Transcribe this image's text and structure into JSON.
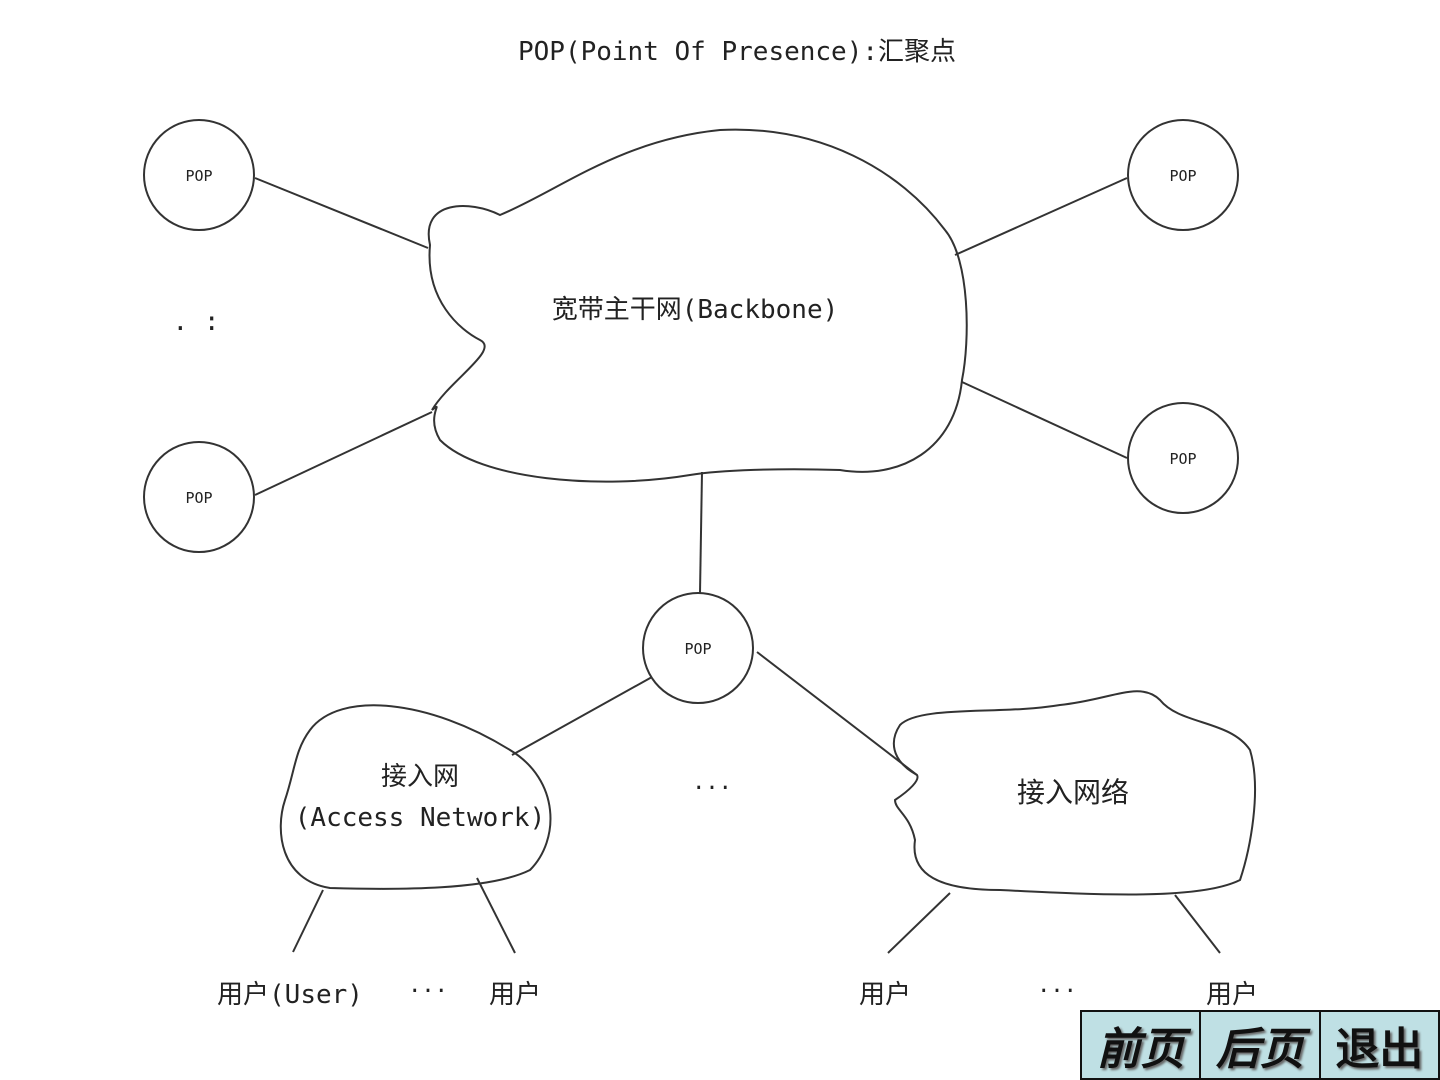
{
  "title": "POP(Point Of Presence):汇聚点",
  "backbone_label": "宽带主干网(Backbone)",
  "pop_label": "POP",
  "access_network_1": {
    "line1": "接入网",
    "line2": "(Access Network)"
  },
  "access_network_2": "接入网络",
  "ellipsis": "···",
  "side_dots": ". :",
  "users": {
    "first": "用户(User)",
    "other": "用户"
  },
  "nav": {
    "prev": "前页",
    "next": "后页",
    "exit": "退出"
  }
}
